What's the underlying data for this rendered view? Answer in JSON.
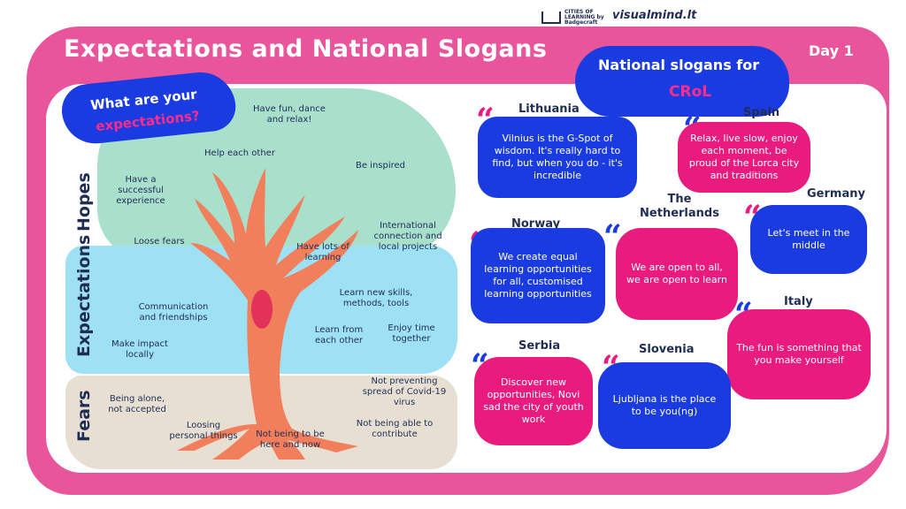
{
  "header": {
    "title": "Expectations and National Slogans",
    "day": "Day 1",
    "logo_text": "CITIES OF LEARNING by Badgecraft",
    "site": "visualmind.lt"
  },
  "question": {
    "line1": "What are your",
    "line2": "expectations?"
  },
  "sections": {
    "hopes": "Hopes",
    "expectations": "Expectations",
    "fears": "Fears"
  },
  "hopes_notes": [
    "Have fun, dance and relax!",
    "Help each other",
    "Be inspired",
    "Have a successful experience",
    "International connection and local projects",
    "Loose fears",
    "Have lots of learning"
  ],
  "expectations_notes": [
    "Learn new skills, methods, tools",
    "Communication and friendships",
    "Learn from each other",
    "Enjoy time together",
    "Make impact locally"
  ],
  "fears_notes": [
    "Not preventing spread of Covid-19 virus",
    "Being alone, not accepted",
    "Loosing personal things",
    "Not being to be here and now",
    "Not being able to contribute"
  ],
  "slogans_header": {
    "line1": "National slogans for",
    "line2": "CRoL"
  },
  "slogans": [
    {
      "country": "Lithuania",
      "text": "Vilnius is the G-Spot of wisdom. It's really hard to find, but when you do - it's incredible"
    },
    {
      "country": "Spain",
      "text": "Relax, live slow, enjoy each moment, be proud of the Lorca city and traditions"
    },
    {
      "country": "Norway",
      "text": "We create equal learning opportunities for all, customised learning opportunities"
    },
    {
      "country": "The Netherlands",
      "text": "We are open to all, we are open to learn"
    },
    {
      "country": "Germany",
      "text": "Let's meet in the middle"
    },
    {
      "country": "Italy",
      "text": "The fun is something that you make yourself"
    },
    {
      "country": "Serbia",
      "text": "Discover new opportunities, Novi sad the city of youth work"
    },
    {
      "country": "Slovenia",
      "text": "Ljubljana is the place to be you(ng)"
    }
  ],
  "colors": {
    "frame": "#e9559a",
    "blue": "#1a3be0",
    "pink": "#ea1b7e",
    "hopes": "#a8e0cc",
    "expectations": "#9ee1f4",
    "fears": "#e7dfd2",
    "tree": "#f27f5b"
  },
  "icons": {
    "quote": "quote-icon",
    "tree": "tree-illustration"
  }
}
